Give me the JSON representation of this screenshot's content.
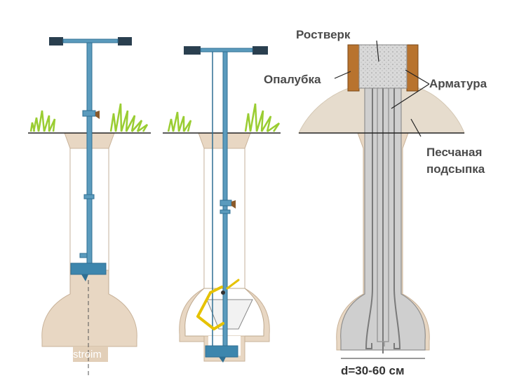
{
  "labels": {
    "rostverk": "Ростверк",
    "opalubka": "Опалубка",
    "armatura": "Арматура",
    "sand_line1": "Песчаная",
    "sand_line2": "подсыпка",
    "diameter": "d=30-60 см",
    "watermark": "stroim"
  },
  "colors": {
    "soil": "#e8d7c3",
    "soil_dark": "#d8c2a8",
    "concrete": "#cfcfcf",
    "tool_blue": "#5b9bbd",
    "tool_dark": "#2f6f93",
    "grass": "#9acd32",
    "formwork": "#b8732e",
    "sand": "#e6dccd",
    "hinge": "#e6c200"
  }
}
